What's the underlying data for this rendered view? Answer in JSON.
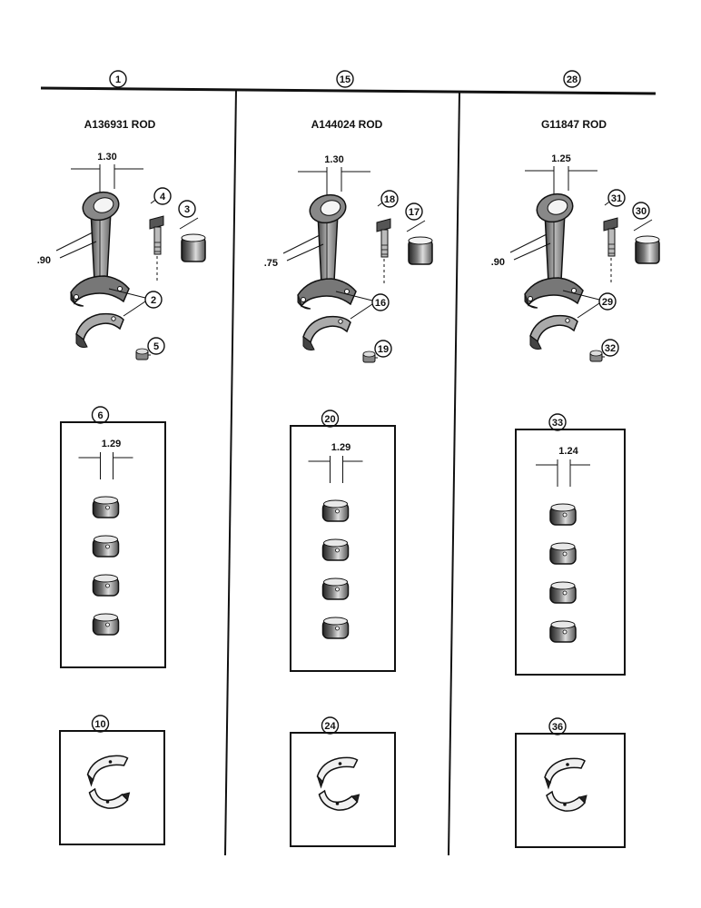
{
  "columns": [
    {
      "group_callout": "1",
      "title": "A136931 ROD",
      "rod_pin_dim": "1.30",
      "rod_length_dim": ".90",
      "part_callouts": {
        "bolt": "4",
        "bushing": "3",
        "cap": "2",
        "nut": "5"
      },
      "bushing_set_callout": "6",
      "bushing_set_dim": "1.29",
      "bearing_callout": "10"
    },
    {
      "group_callout": "15",
      "title": "A144024 ROD",
      "rod_pin_dim": "1.30",
      "rod_length_dim": ".75",
      "part_callouts": {
        "bolt": "18",
        "bushing": "17",
        "cap": "16",
        "nut": "19"
      },
      "bushing_set_callout": "20",
      "bushing_set_dim": "1.29",
      "bearing_callout": "24"
    },
    {
      "group_callout": "28",
      "title": "G11847 ROD",
      "rod_pin_dim": "1.25",
      "rod_length_dim": ".90",
      "part_callouts": {
        "bolt": "31",
        "bushing": "30",
        "cap": "29",
        "nut": "32"
      },
      "bushing_set_callout": "33",
      "bushing_set_dim": "1.24",
      "bearing_callout": "36"
    }
  ]
}
